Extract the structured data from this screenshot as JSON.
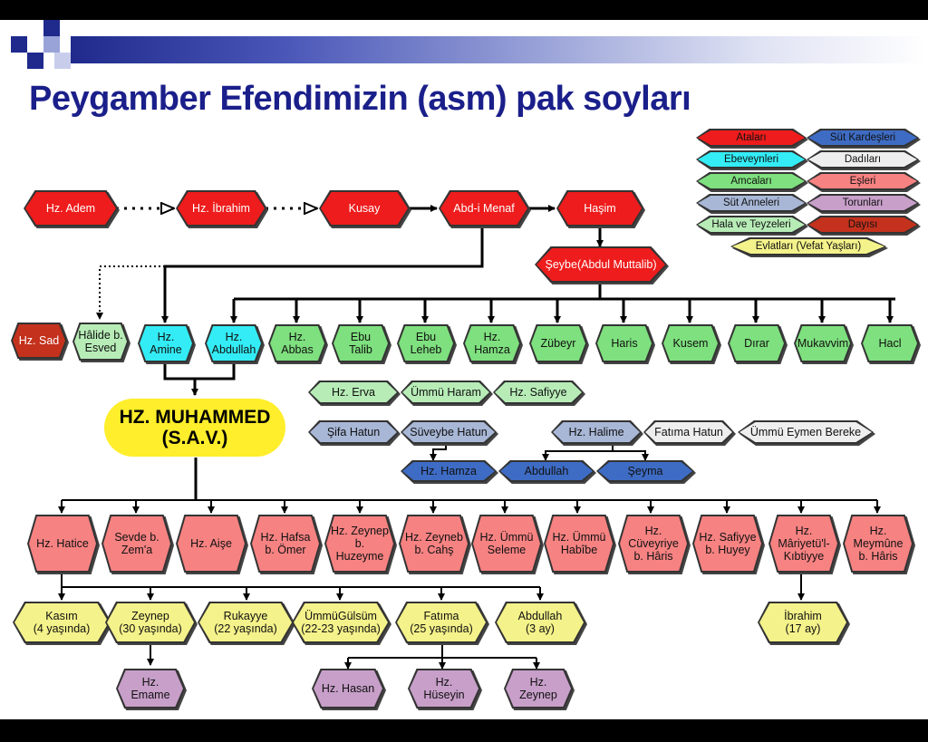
{
  "title": "Peygamber Efendimizin (asm) pak soyları",
  "colors": {
    "ancestor": "#ee1c1c",
    "parent": "#33ecf5",
    "uncle": "#7ee07e",
    "milk_mother": "#a8b7d6",
    "aunt": "#b7ecb7",
    "child": "#f4f28a",
    "milk_sibling": "#3e6cc4",
    "nanny": "#eeeeee",
    "wife": "#f78282",
    "grandchild": "#c79fc9",
    "uncle_maternal": "#c4311c",
    "main": "#ffee2b"
  },
  "legend": [
    {
      "label": "Ataları",
      "color": "#ee1c1c"
    },
    {
      "label": "Süt Kardeşleri",
      "color": "#3e6cc4"
    },
    {
      "label": "Ebeveynleri",
      "color": "#33ecf5"
    },
    {
      "label": "Dadıları",
      "color": "#eeeeee"
    },
    {
      "label": "Amcaları",
      "color": "#7ee07e"
    },
    {
      "label": "Eşleri",
      "color": "#f78282"
    },
    {
      "label": "Süt Anneleri",
      "color": "#a8b7d6"
    },
    {
      "label": "Torunları",
      "color": "#c79fc9"
    },
    {
      "label": "Hala ve Teyzeleri",
      "color": "#b7ecb7"
    },
    {
      "label": "Dayısı",
      "color": "#c4311c"
    },
    {
      "label": "Evlatları (Vefat Yaşları)",
      "color": "#f4f28a"
    }
  ],
  "ancestors": [
    "Hz. Adem",
    "Hz. İbrahim",
    "Kusay",
    "Abd-i Menaf",
    "Haşim",
    "Şeybe(Abdul Muttalib)"
  ],
  "row2": {
    "sad": "Hz. Sad",
    "halide": "Hâlide b.\nEsved",
    "amine": "Hz.\nAmine",
    "abdullah": "Hz.\nAbdullah",
    "uncles": [
      "Hz.\nAbbas",
      "Ebu\nTalib",
      "Ebu\nLeheb",
      "Hz.\nHamza",
      "Zübeyr",
      "Haris",
      "Kusem",
      "Dırar",
      "Mukavvim",
      "Hacl"
    ]
  },
  "main": "HZ. MUHAMMED\n(S.A.V.)",
  "aunts": [
    "Hz. Erva",
    "Ümmü Haram",
    "Hz. Safiyye"
  ],
  "milk_mothers": [
    "Şifa Hatun",
    "Süveybe Hatun",
    "Hz. Halime"
  ],
  "nannies": [
    "Fatıma Hatun",
    "Ümmü Eymen Bereke"
  ],
  "milk_siblings": [
    "Hz. Hamza",
    "Abdullah",
    "Şeyma"
  ],
  "wives": [
    "Hz. Hatice",
    "Sevde b.\nZem'a",
    "Hz. Aişe",
    "Hz. Hafsa\nb. Ömer",
    "Hz. Zeynep\nb.\nHuzeyme",
    "Hz. Zeyneb\nb. Cahş",
    "Hz. Ümmü\nSeleme",
    "Hz. Ümmü\nHabîbe",
    "Hz.\nCüveyriye\nb. Hâris",
    "Hz. Safiyye\nb. Huyey",
    "Hz.\nMâriyetü'l-\nKıbtiyye",
    "Hz.\nMeymûne\nb. Hâris"
  ],
  "children": [
    "Kasım\n(4 yaşında)",
    "Zeynep\n(30 yaşında)",
    "Rukayye\n(22 yaşında)",
    "ÜmmüGülsüm\n(22-23 yaşında)",
    "Fatıma\n(25 yaşında)",
    "Abdullah\n(3 ay)"
  ],
  "ibrahim": "İbrahim\n(17 ay)",
  "grandchildren": [
    "Hz.\nEmame",
    "Hz. Hasan",
    "Hz.\nHüseyin",
    "Hz.\nZeynep"
  ]
}
